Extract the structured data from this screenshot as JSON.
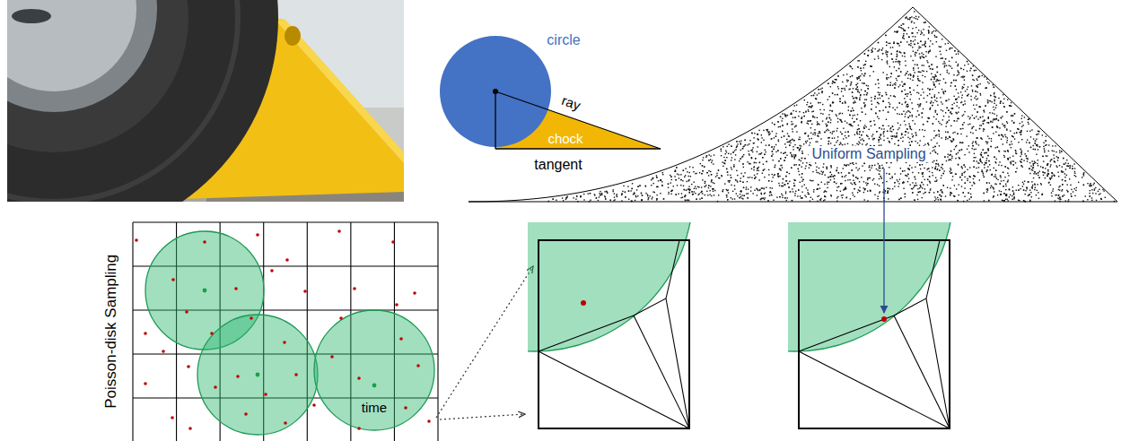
{
  "diagram": {
    "labels": [
      "circle",
      "ray",
      "chock",
      "tangent",
      "Uniform Sampling",
      "Poisson-disk Sampling",
      "time"
    ]
  }
}
